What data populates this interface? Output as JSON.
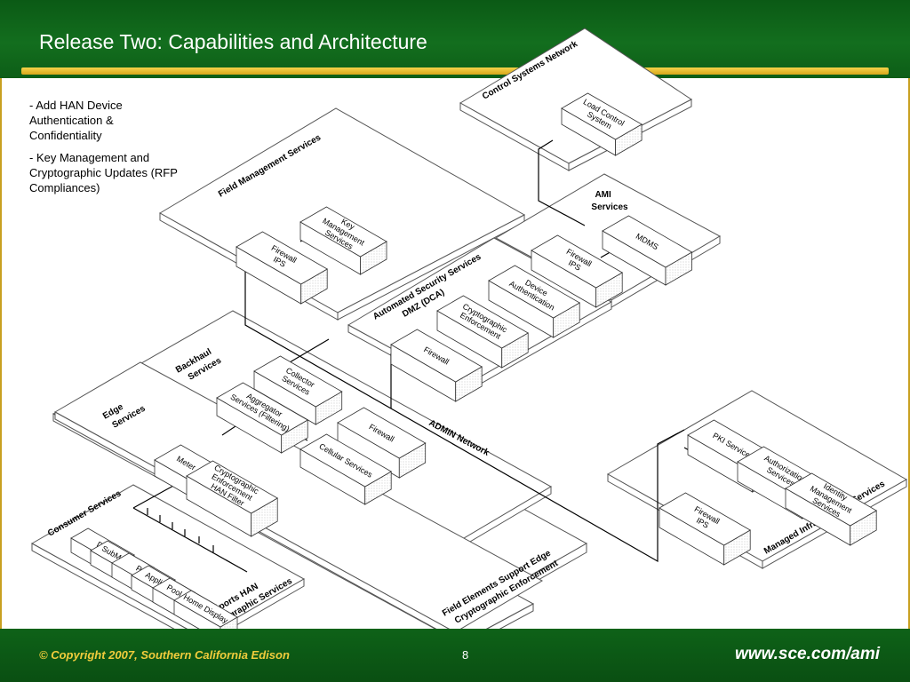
{
  "header": {
    "title": "Release Two: Capabilities and Architecture"
  },
  "bullets": [
    "- Add HAN Device Authentication & Confidentiality",
    "- Key Management and Cryptographic Updates (RFP Compliances)"
  ],
  "platforms": {
    "control_systems": "Control Systems Network",
    "field_management": "Field Management Services",
    "ami_services": [
      "AMI",
      "Services"
    ],
    "automated_security": [
      "Automated Security Services",
      "DMZ (DCA)"
    ],
    "backhaul": [
      "Backhaul",
      "Services"
    ],
    "edge": [
      "Edge",
      "Services"
    ],
    "consumer": "Consumer Services",
    "supports_han": [
      "Supports HAN",
      "Cryptographic Services"
    ],
    "field_elements": [
      "Field Elements Support Edge",
      "Cryptographic Enforcement"
    ],
    "managed_infra": "Managed Infrastructure Services",
    "admin_network": "ADMIN Network"
  },
  "boxes": {
    "load_control": [
      "Load Control",
      "System"
    ],
    "key_mgmt": [
      "Key",
      "Management",
      "Services"
    ],
    "fms_firewall": [
      "Firewall",
      "IPS"
    ],
    "mdms": "MDMS",
    "ami_firewall": [
      "Firewall",
      "IPS"
    ],
    "device_auth": [
      "Device",
      "Authentication"
    ],
    "crypto_enf": [
      "Cryptographic",
      "Enforcement"
    ],
    "dmz_firewall": "Firewall",
    "collector": [
      "Collector",
      "Services"
    ],
    "aggregator": [
      "Aggregator",
      "Services (Filtering)"
    ],
    "backhaul_firewall": "Firewall",
    "cellular": "Cellular Services",
    "meter": "Meter",
    "edge_crypto": [
      "Cryptographic",
      "Enforcement",
      "HAN Filter"
    ],
    "dg": "DG",
    "submetering": "SubMetering",
    "pct": "PCT",
    "appliances": "Appliances",
    "pool_pump": "Pool Pump",
    "home_display": "Home Display",
    "pki": "PKI Services",
    "authorization": [
      "Authorization",
      "Services"
    ],
    "identity": [
      "Identity",
      "Management",
      "Services"
    ],
    "mis_firewall": [
      "Firewall",
      "IPS"
    ]
  },
  "footer": {
    "copyright": "© Copyright 2007, Southern California Edison",
    "page": "8",
    "url": "www.sce.com/ami"
  }
}
